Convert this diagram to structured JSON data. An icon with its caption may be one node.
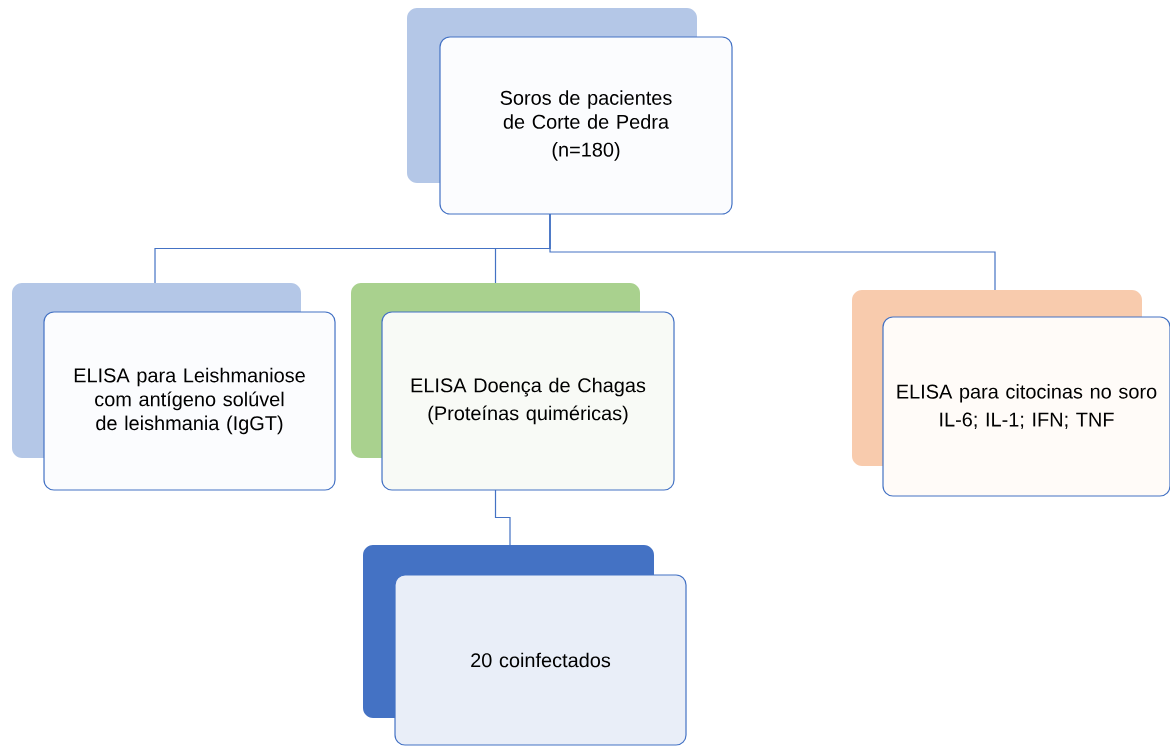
{
  "diagram": {
    "nodes": [
      {
        "text": [
          "Soros de pacientes de Corte de Pedra",
          "(n=180)"
        ]
      },
      {
        "text": [
          "ELISA para Leishmaniose com antígeno solúvel de leishmania (IgGT)"
        ]
      },
      {
        "text": [
          "ELISA Doença de Chagas",
          "(Proteínas quiméricas)"
        ]
      },
      {
        "text": [
          "ELISA para citocinas no soro",
          "IL-6; IL-1; IFN; TNF"
        ]
      },
      {
        "text": [
          "20 coinfectados"
        ]
      }
    ],
    "edges": [
      {
        "from": 0,
        "to": 1,
        "arrow": "none"
      },
      {
        "from": 0,
        "to": 2,
        "arrow": "none"
      },
      {
        "from": 0,
        "to": 3,
        "arrow": "none"
      },
      {
        "from": 2,
        "to": 4,
        "arrow": "none"
      }
    ]
  }
}
